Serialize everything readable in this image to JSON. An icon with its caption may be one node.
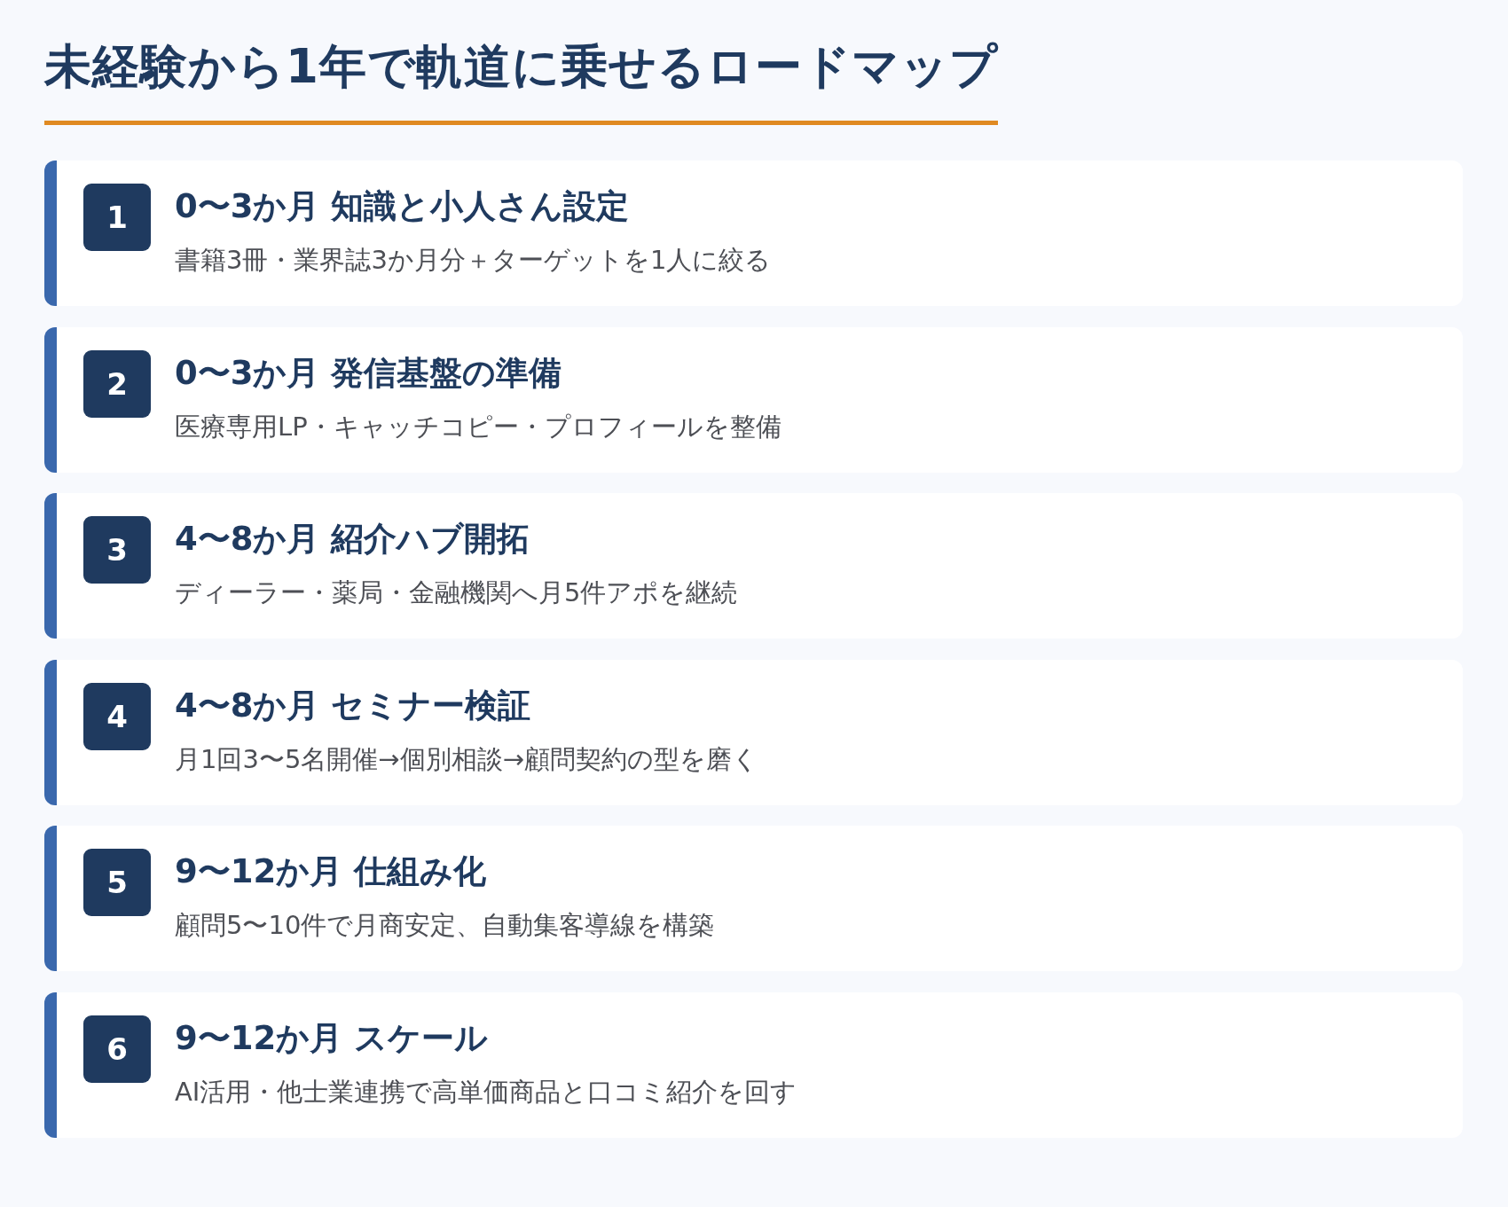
{
  "diagram": {
    "title": "未経験から1年で軌道に乗せるロードマップ",
    "nodes": [
      {
        "text": [
          "0〜3か月 知識と小人さん設定",
          "書籍3冊・業界誌3か月分＋ターゲットを1人に絞る"
        ]
      },
      {
        "text": [
          "1"
        ],
        "in": 0
      },
      {
        "text": [
          "0〜3か月 発信基盤の準備",
          "医療専用LP・キャッチコピー・プロフィールを整備"
        ]
      },
      {
        "text": [
          "2"
        ],
        "in": 2
      },
      {
        "text": [
          "4〜8か月 紹介ハブ開拓",
          "ディーラー・薬局・金融機関へ月5件アポを継続"
        ]
      },
      {
        "text": [
          "3"
        ],
        "in": 4
      },
      {
        "text": [
          "4〜8か月 セミナー検証",
          "月1回3〜5名開催→個別相談→顧問契約の型を磨く"
        ]
      },
      {
        "text": [
          "4"
        ],
        "in": 6
      },
      {
        "text": [
          "9〜12か月 仕組み化",
          "顧問5〜10件で月商安定、自動集客導線を構築"
        ]
      },
      {
        "text": [
          "5"
        ],
        "in": 8
      },
      {
        "text": [
          "9〜12か月 スケール",
          "AI活用・他士業連携で高単価商品と口コミ紹介を回す"
        ]
      },
      {
        "text": [
          "6"
        ],
        "in": 10
      }
    ]
  }
}
